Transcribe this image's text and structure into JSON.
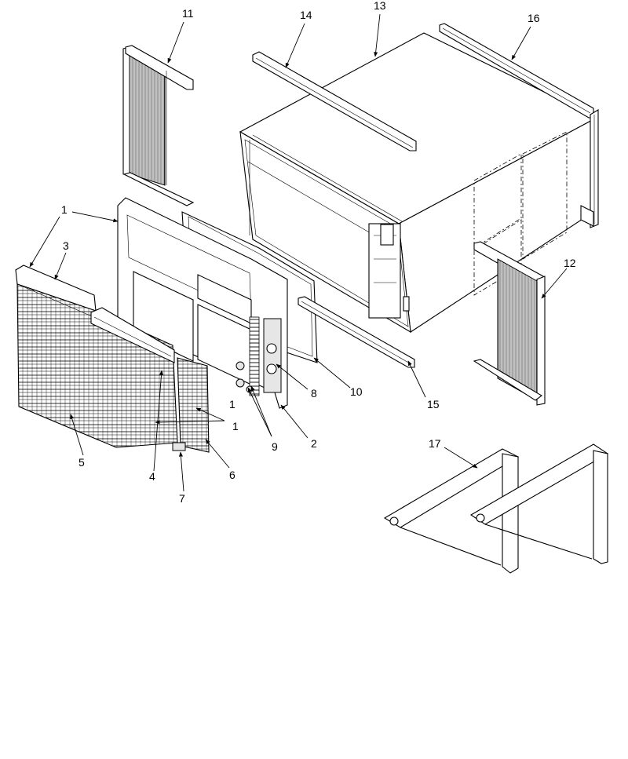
{
  "callouts": {
    "c1a": "1",
    "c1b": "1",
    "c1c": "1",
    "c2": "2",
    "c3": "3",
    "c4": "4",
    "c5": "5",
    "c6": "6",
    "c7": "7",
    "c8": "8",
    "c9": "9",
    "c10": "10",
    "c11": "11",
    "c12": "12",
    "c13": "13",
    "c14": "14",
    "c15": "15",
    "c16": "16",
    "c17": "17"
  }
}
